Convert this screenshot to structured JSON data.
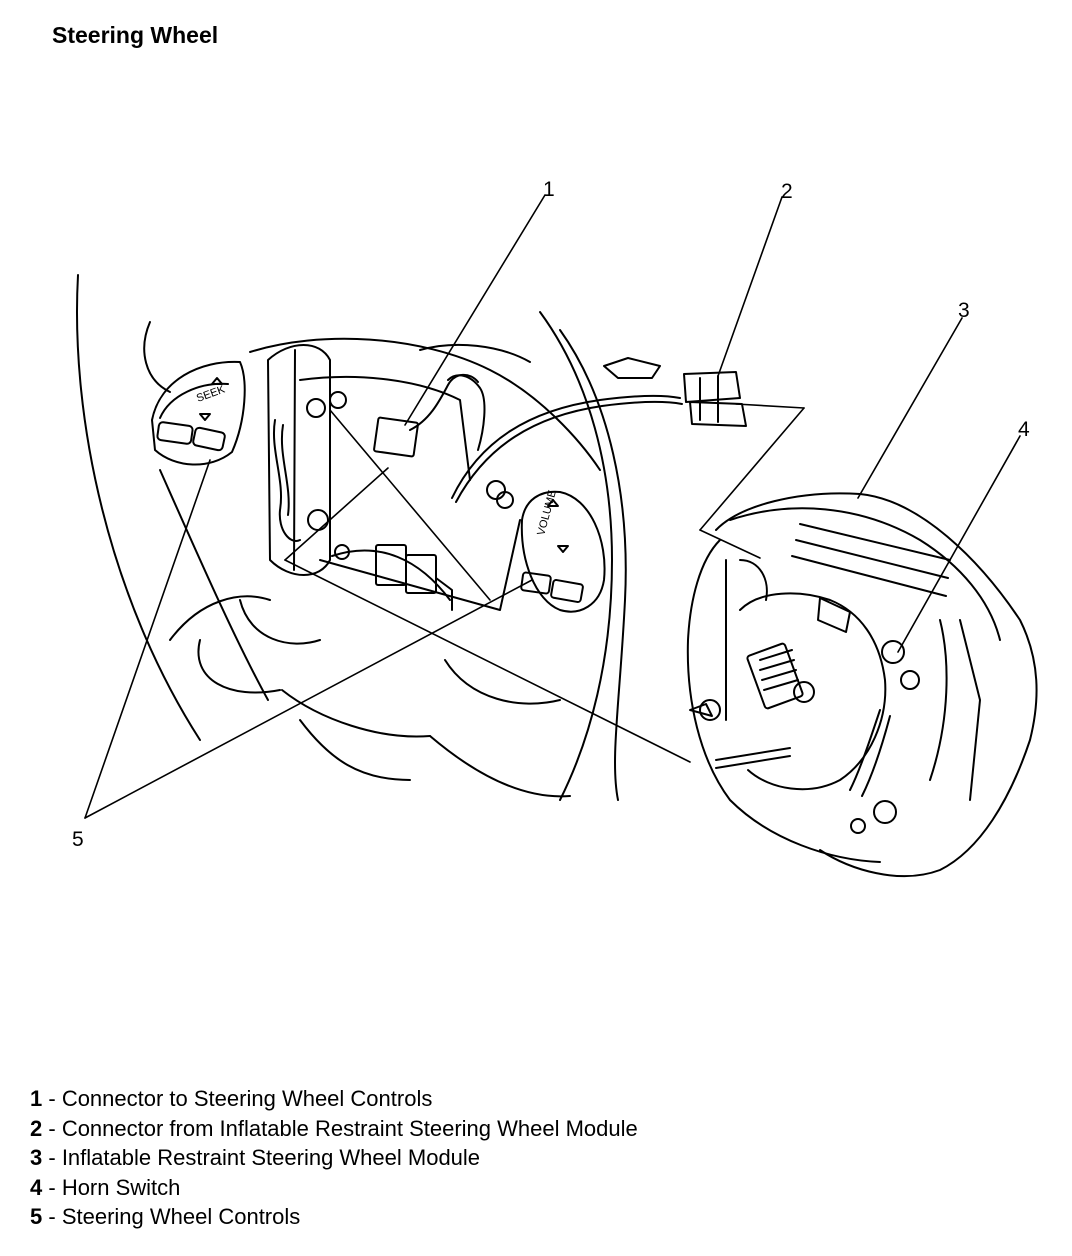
{
  "title": "Steering Wheel",
  "callouts": [
    "1",
    "2",
    "3",
    "4",
    "5"
  ],
  "legend": [
    {
      "num": "1",
      "sep": " - ",
      "text": "Connector to Steering Wheel Controls"
    },
    {
      "num": "2",
      "sep": " - ",
      "text": "Connector from Inflatable Restraint Steering Wheel Module"
    },
    {
      "num": "3",
      "sep": " - ",
      "text": "Inflatable Restraint Steering Wheel Module"
    },
    {
      "num": "4",
      "sep": " - ",
      "text": "Horn Switch"
    },
    {
      "num": "5",
      "sep": " - ",
      "text": "Steering Wheel Controls"
    }
  ]
}
